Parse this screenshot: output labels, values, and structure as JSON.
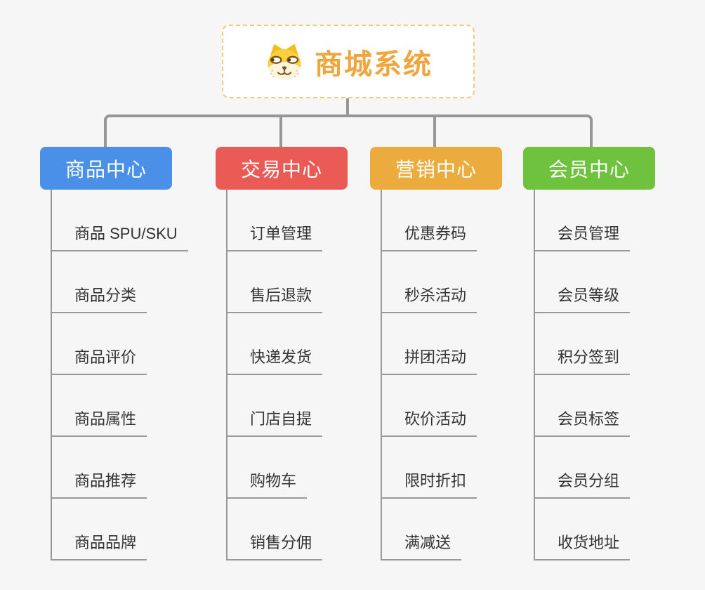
{
  "root": {
    "title": "商城系统",
    "icon": "dog-face-icon",
    "text_color": "#f0a63c",
    "border_color": "#f4ca79",
    "background": "#ffffff"
  },
  "connector_color": "#979797",
  "child_line_color": "#999999",
  "child_text_color": "#333333",
  "canvas_background": "#f6f6f6",
  "branches": [
    {
      "label": "商品中心",
      "color": "#4b90e8",
      "children": [
        "商品 SPU/SKU",
        "商品分类",
        "商品评价",
        "商品属性",
        "商品推荐",
        "商品品牌"
      ]
    },
    {
      "label": "交易中心",
      "color": "#ea5b55",
      "children": [
        "订单管理",
        "售后退款",
        "快递发货",
        "门店自提",
        "购物车",
        "销售分佣"
      ]
    },
    {
      "label": "营销中心",
      "color": "#ebac3d",
      "children": [
        "优惠券码",
        "秒杀活动",
        "拼团活动",
        "砍价活动",
        "限时折扣",
        "满减送"
      ]
    },
    {
      "label": "会员中心",
      "color": "#6ec23e",
      "children": [
        "会员管理",
        "会员等级",
        "积分签到",
        "会员标签",
        "会员分组",
        "收货地址"
      ]
    }
  ]
}
